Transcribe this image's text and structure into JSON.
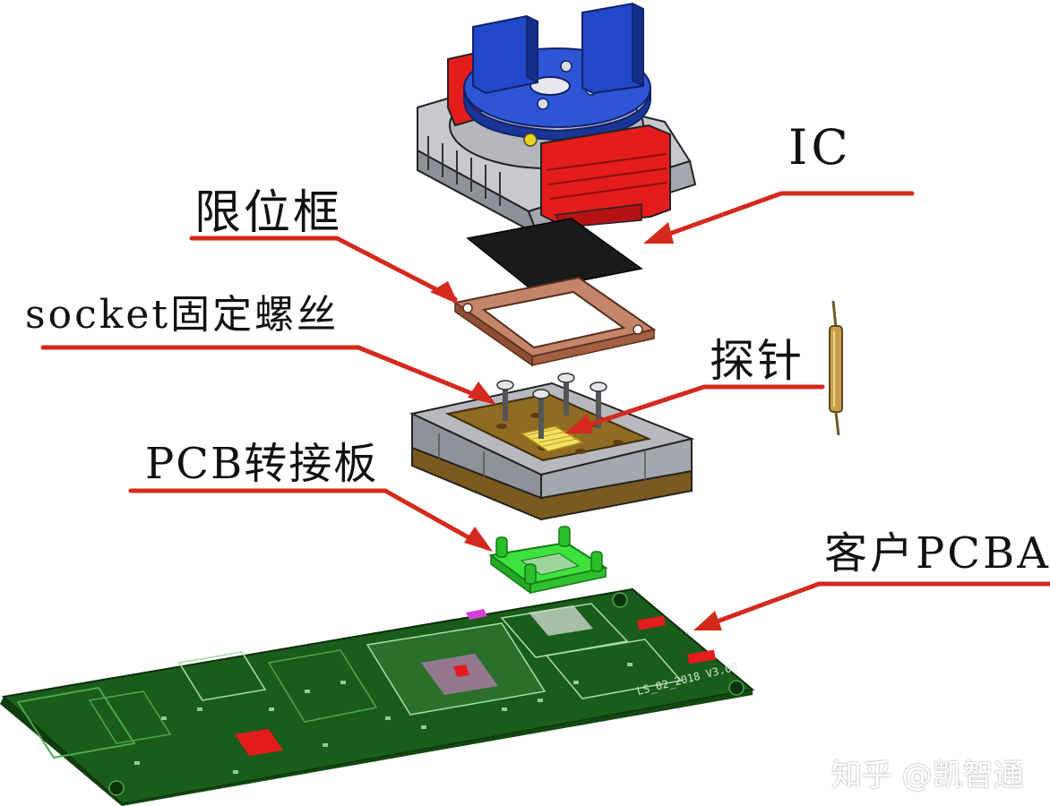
{
  "labels": {
    "ic": "IC",
    "limit_frame": "限位框",
    "socket_screw": "socket固定螺丝",
    "probe": "探针",
    "pcb_adapter": "PCB转接板",
    "customer_pcba": "客户PCBA"
  },
  "pcba_silkscreen": "LS_02_2018 V3.00",
  "watermark": "知乎 @凯智通",
  "colors": {
    "callout": "#d42a1e",
    "lid_blue": "#1d3fb8",
    "latch_red": "#e41c1c",
    "body_gray": "#a3a6ad",
    "ic_black": "#1a1a1a",
    "frame_copper": "#c3866a",
    "base_brown": "#7a5a1e",
    "adapter_green": "#3ee13e",
    "pcba_green": "#1a5c1a"
  }
}
